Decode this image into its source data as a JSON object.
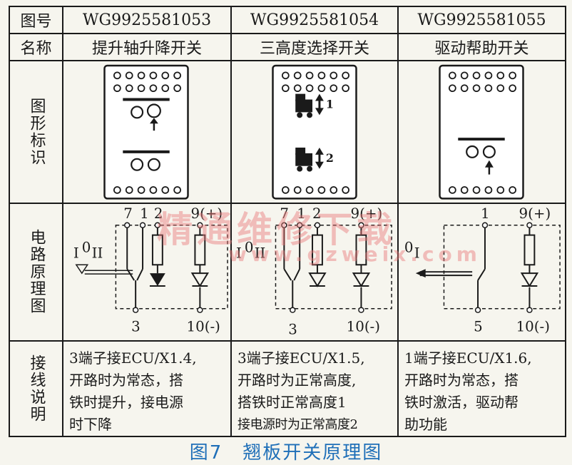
{
  "table": {
    "header_label": "图号",
    "name_label": "名称",
    "symbol_label": "图形标识",
    "circuit_label": "电路原理图",
    "wiring_label": "接线说明",
    "columns": [
      {
        "part_no": "WG9925581053",
        "name": "提升轴升降开关",
        "circuit": {
          "terminals_top": [
            "7",
            "1",
            "2",
            "9(+)"
          ],
          "terminals_bottom": [
            "3",
            "10(-)"
          ],
          "positions": [
            "I",
            "0",
            "II"
          ]
        },
        "wiring": [
          "3端子接ECU/X1.4,",
          "开路时为常态，搭",
          "铁时提升，接电源",
          "时下降"
        ]
      },
      {
        "part_no": "WG9925581054",
        "name": "三高度选择开关",
        "symbol_numbers": [
          "1",
          "2"
        ],
        "circuit": {
          "terminals_top": [
            "7",
            "1",
            "2",
            "9(+)"
          ],
          "terminals_bottom": [
            "3",
            "10(-)"
          ],
          "positions": [
            "I",
            "0",
            "II"
          ]
        },
        "wiring": [
          "3端子接ECU/X1.5,",
          "开路时为正常高度,",
          "搭铁时正常高度1",
          "接电源时为正常高度2"
        ]
      },
      {
        "part_no": "WG9925581055",
        "name": "驱动帮助开关",
        "circuit": {
          "terminals_top": [
            "1",
            "9(+)"
          ],
          "terminals_bottom": [
            "5",
            "10(-)"
          ],
          "positions": [
            "0",
            "I"
          ]
        },
        "wiring": [
          "1端子接ECU/X1.6,",
          "开路时为常态，搭",
          "铁时激活，驱动帮",
          "助功能"
        ]
      }
    ]
  },
  "caption": {
    "figure_no": "图7",
    "title": "翘板开关原理图"
  },
  "watermark": {
    "text": "精通维修下载",
    "url": "www.gzweix.com"
  }
}
